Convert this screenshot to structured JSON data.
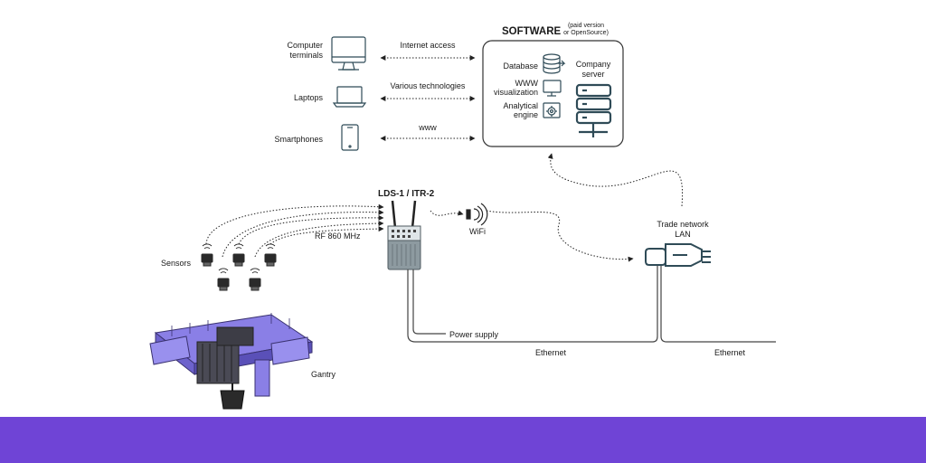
{
  "software": {
    "title": "SOFTWARE",
    "note_line1": "(paid version",
    "note_line2": "or OpenSource)",
    "database": "Database",
    "www_line1": "WWW",
    "www_line2": "visualization",
    "analytical_line1": "Analytical",
    "analytical_line2": "engine",
    "company_line1": "Company",
    "company_line2": "server"
  },
  "devices": {
    "computer_line1": "Computer",
    "computer_line2": "terminals",
    "laptops": "Laptops",
    "smartphones": "Smartphones"
  },
  "links": {
    "internet": "Internet access",
    "various": "Various technologies",
    "www": "www"
  },
  "gateway": {
    "title": "LDS-1 / ITR-2",
    "rf": "RF 860 MHz",
    "wifi": "WiFi",
    "power": "Power supply"
  },
  "network": {
    "trade_line1": "Trade network",
    "trade_line2": "LAN",
    "ethernet_left": "Ethernet",
    "ethernet_right": "Ethernet"
  },
  "field": {
    "sensors": "Sensors",
    "gantry": "Gantry"
  },
  "colors": {
    "accent": "#6f44d6",
    "crane": "#8a7fe6",
    "server": "#2f4b57",
    "line": "#333333"
  }
}
